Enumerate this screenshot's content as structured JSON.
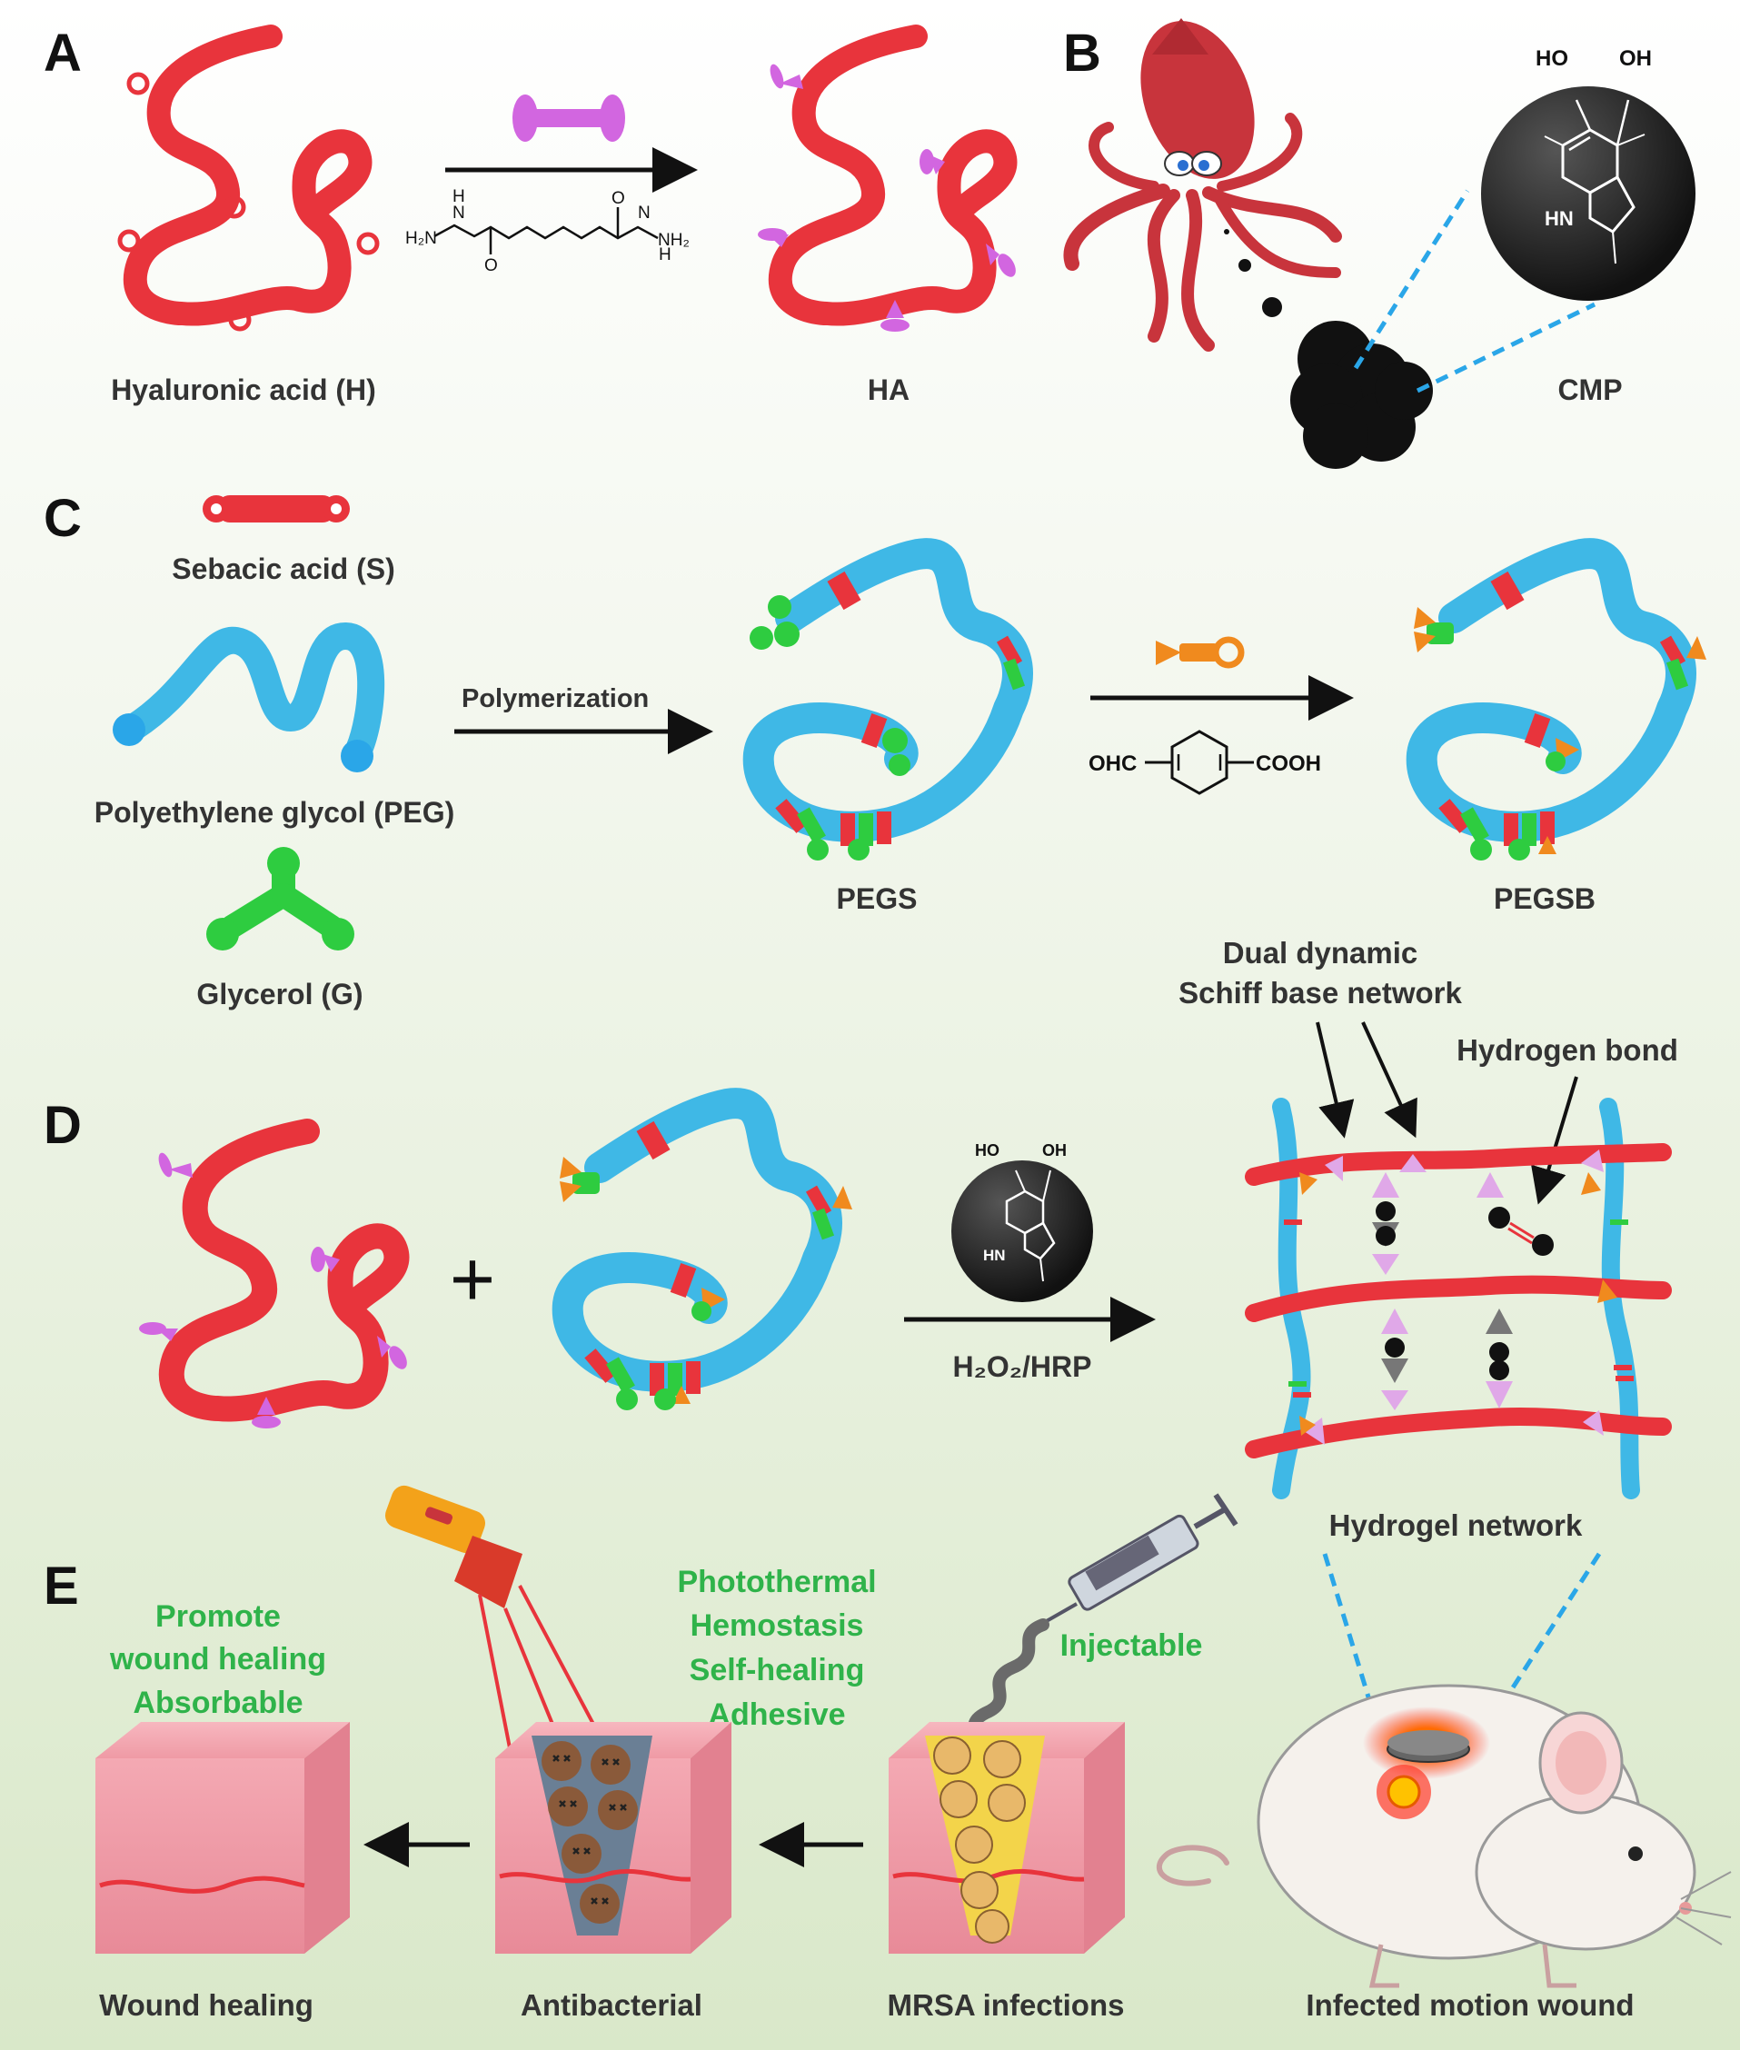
{
  "panels": {
    "a": "A",
    "b": "B",
    "c": "C",
    "d": "D",
    "e": "E"
  },
  "panel_a": {
    "start_label": "Hyaluronic acid (H)",
    "product_label": "HA"
  },
  "chem": {
    "hydrazide_left": "H₂N",
    "hydrazide_right": "NH₂",
    "n_h": "H",
    "n": "N",
    "o": "O",
    "ho": "HO",
    "oh": "OH",
    "hn": "HN"
  },
  "panel_b": {
    "label": "CMP"
  },
  "panel_c": {
    "sebacic": "Sebacic acid (S)",
    "peg": "Polyethylene glycol (PEG)",
    "glycerol": "Glycerol (G)",
    "polymerization": "Polymerization",
    "pegs": "PEGS",
    "pegsb": "PEGSB",
    "ohc": "OHC",
    "cooh": "COOH"
  },
  "panel_d": {
    "plus": "+",
    "reagent": "H₂O₂/HRP",
    "dual1": "Dual dynamic",
    "dual2": "Schiff base network",
    "hbond": "Hydrogen bond",
    "network": "Hydrogel network"
  },
  "panel_e": {
    "promote1": "Promote",
    "promote2": "wound healing",
    "promote3": "Absorbable",
    "prop1": "Photothermal",
    "prop2": "Hemostasis",
    "prop3": "Self-healing",
    "prop4": "Adhesive",
    "injectable": "Injectable",
    "wound_healing": "Wound healing",
    "antibacterial": "Antibacterial",
    "mrsa": "MRSA infections",
    "motion": "Infected motion wound"
  },
  "colors": {
    "red": "#e8343c",
    "blue": "#3fb8e6",
    "green": "#2ecc40",
    "purple": "#d266e0",
    "orange": "#f08a1e",
    "label_green": "#2fb34a",
    "text": "#333333"
  }
}
